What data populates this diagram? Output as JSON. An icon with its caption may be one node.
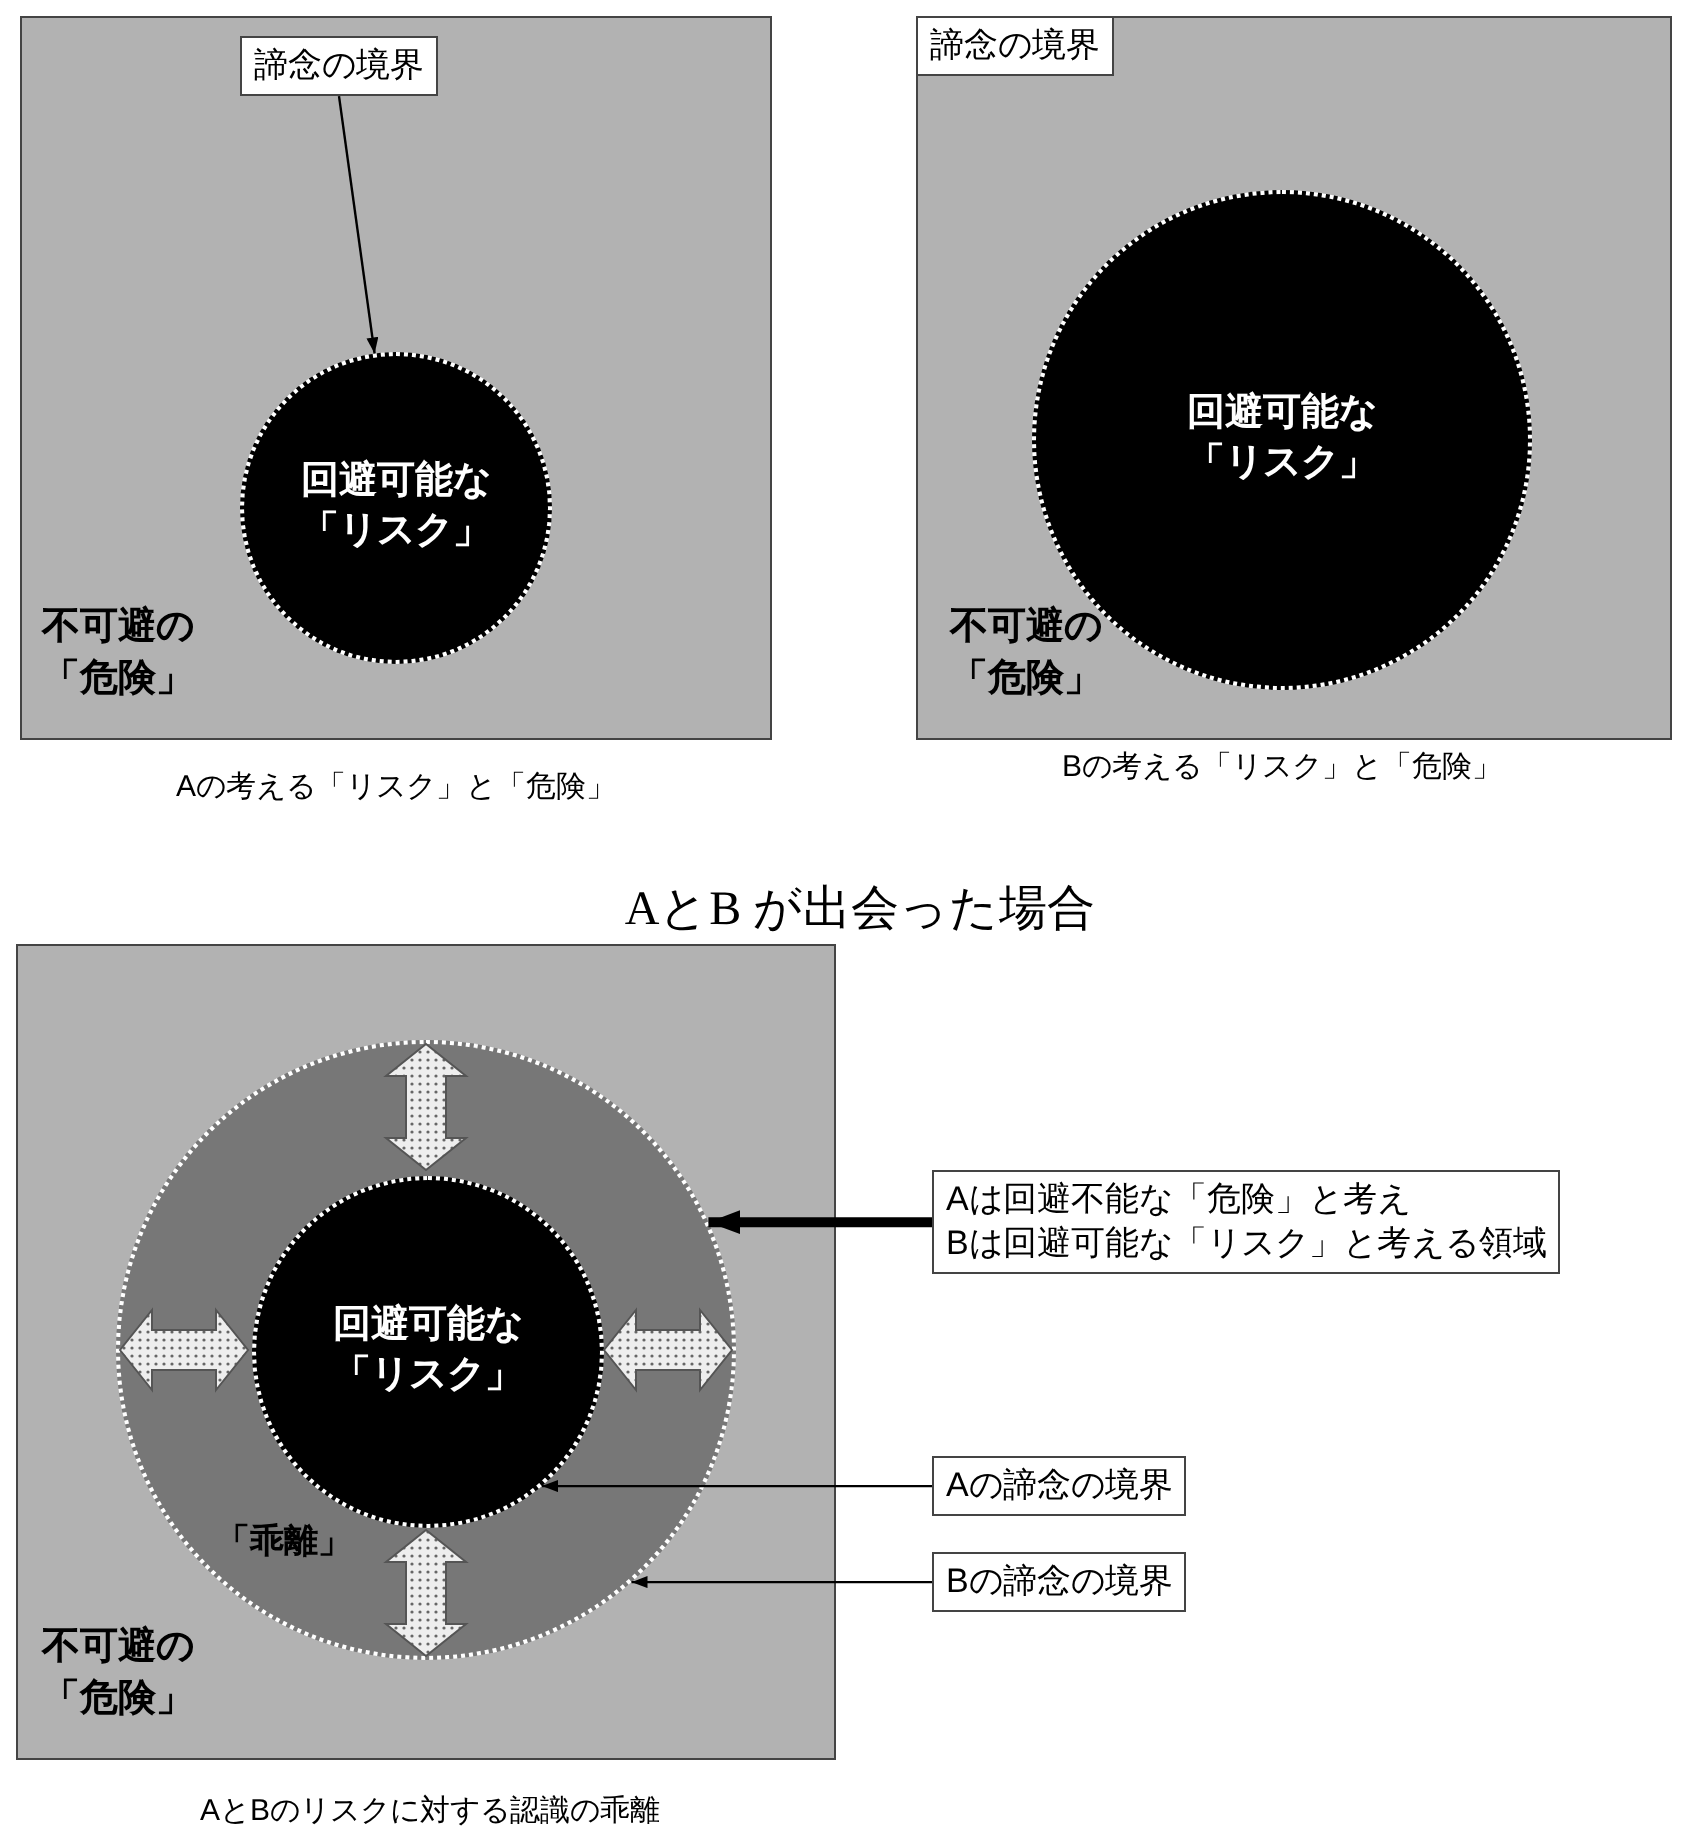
{
  "diagram": {
    "title": "AとB が出会った場合",
    "nodes": [
      {
        "text": [
          "不可避の「危険」"
        ]
      },
      {
        "text": [
          "回避可能な「リスク」"
        ],
        "in": 0
      },
      {
        "text": [
          "諦念の境界"
        ],
        "in": 0
      },
      {
        "text": [
          "不可避の「危険」"
        ]
      },
      {
        "text": [
          "回避可能な「リスク」"
        ],
        "in": 3
      },
      {
        "text": [
          "諦念の境界"
        ],
        "in": 3
      },
      {
        "text": [
          "不可避の「危険」"
        ]
      },
      {
        "text": [],
        "shape": "circle",
        "in": 6
      },
      {
        "text": [
          "回避可能な「リスク」"
        ],
        "in": 7
      },
      {
        "text": [
          "Aは回避不能な「危険」と考え",
          "Bは回避可能な「リスク」と考える領域"
        ]
      },
      {
        "text": [
          "Aの諦念の境界"
        ]
      },
      {
        "text": [
          "Bの諦念の境界"
        ]
      }
    ],
    "edges": [
      {
        "from": 2,
        "to": 1,
        "arrow": "to"
      },
      {
        "from": 9,
        "to": 7,
        "arrow": "to",
        "style": "thick"
      },
      {
        "from": 10,
        "to": 8,
        "arrow": "to"
      },
      {
        "from": 11,
        "to": 7,
        "arrow": "to"
      }
    ],
    "labels": [
      "Aの考える「リスク」と「危険」",
      "Bの考える「リスク」と「危険」",
      "「乖離」",
      "AとBのリスクに対する認識の乖離"
    ]
  }
}
